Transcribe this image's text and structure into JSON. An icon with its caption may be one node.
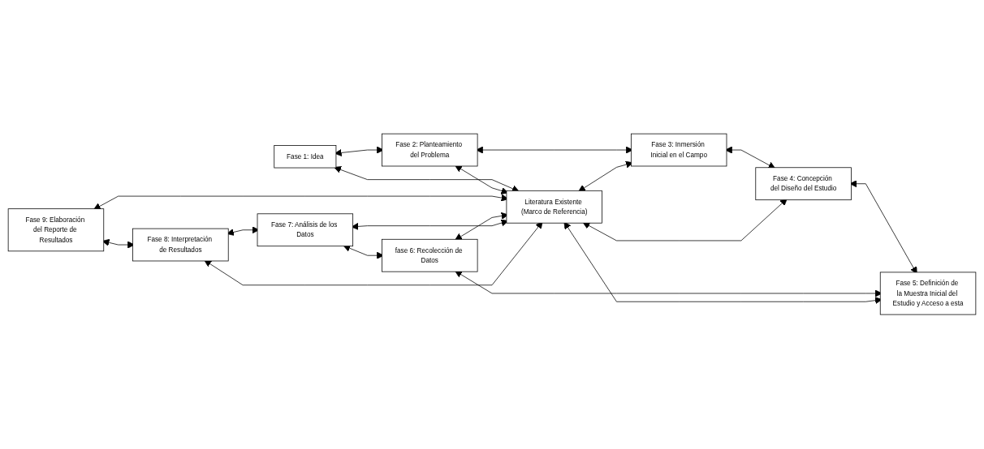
{
  "diagram": {
    "nodes": [
      {
        "text": [
          "Fase 1: Idea"
        ]
      },
      {
        "text": [
          "Fase 2: Planteamiento del Problema"
        ]
      },
      {
        "text": [
          "Fase 3: Inmersión Inicial en el Campo"
        ]
      },
      {
        "text": [
          "Fase 4: Concepción del Diseño del Estudio"
        ]
      },
      {
        "text": [
          "Fase 9: Elaboración del Reporte de Resultados"
        ]
      },
      {
        "text": [
          "Literatura Existente (Marco de Referencia)"
        ]
      },
      {
        "text": [
          "Fase 5: Definición de la Muestra Inicial del Estudio y Acceso a esta"
        ]
      },
      {
        "text": [
          "Fase 8: Interpretación de Resultados"
        ]
      },
      {
        "text": [
          "Fase 7: Análisis de los Datos"
        ]
      },
      {
        "text": [
          "fase 6: Recolección de Datos"
        ]
      }
    ],
    "edges": [
      {
        "from": 0,
        "to": 1,
        "arrow": "both"
      },
      {
        "from": 1,
        "to": 2,
        "arrow": "both"
      },
      {
        "from": 2,
        "to": 3,
        "arrow": "both"
      },
      {
        "from": 3,
        "to": 6,
        "arrow": "both"
      },
      {
        "from": 9,
        "to": 6,
        "arrow": "both"
      },
      {
        "from": 8,
        "to": 9,
        "arrow": "both"
      },
      {
        "from": 7,
        "to": 8,
        "arrow": "both"
      },
      {
        "from": 4,
        "to": 7,
        "arrow": "both"
      },
      {
        "from": 0,
        "to": 5,
        "arrow": "both"
      },
      {
        "from": 1,
        "to": 5,
        "arrow": "both"
      },
      {
        "from": 5,
        "to": 2,
        "arrow": "both"
      },
      {
        "from": 5,
        "to": 3,
        "arrow": "both"
      },
      {
        "from": 4,
        "to": 5,
        "arrow": "both"
      },
      {
        "from": 5,
        "to": 6,
        "arrow": "both"
      },
      {
        "from": 9,
        "to": 5,
        "arrow": "both"
      },
      {
        "from": 8,
        "to": 5,
        "arrow": "both"
      },
      {
        "from": 7,
        "to": 5,
        "arrow": "both"
      }
    ]
  }
}
